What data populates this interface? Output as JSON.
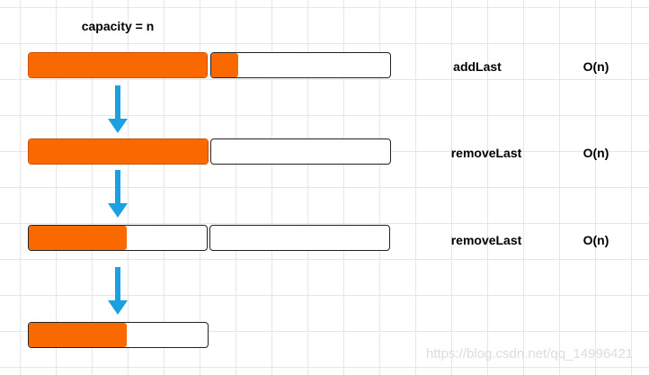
{
  "title": "capacity = n",
  "colors": {
    "filled": "#fa6800",
    "arrow": "#1ba1e2"
  },
  "rows": [
    {
      "operation": "addLast",
      "complexity": "O(n)",
      "left_fill": 1.0,
      "right_fill": 0.15
    },
    {
      "operation": "removeLast",
      "complexity": "O(n)",
      "left_fill": 1.0,
      "right_fill": 0.0
    },
    {
      "operation": "removeLast",
      "complexity": "O(n)",
      "left_fill": 0.55,
      "right_fill": 0.0
    },
    {
      "left_fill": 0.55
    }
  ],
  "watermark": "https://blog.csdn.net/qq_14996421"
}
